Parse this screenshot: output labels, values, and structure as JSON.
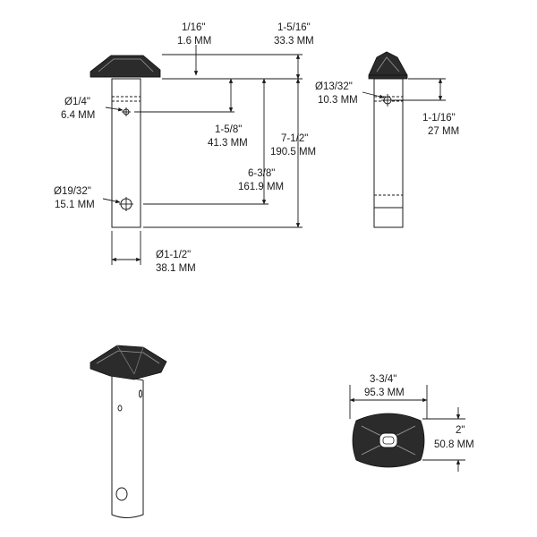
{
  "dimensions": {
    "head_height": {
      "imperial": "1/16\"",
      "metric": "1.6 MM"
    },
    "head_total": {
      "imperial": "1-5/16\"",
      "metric": "33.3 MM"
    },
    "small_hole_dia": {
      "imperial": "Ø1/4\"",
      "metric": "6.4 MM"
    },
    "small_hole_depth": {
      "imperial": "1-5/8\"",
      "metric": "41.3 MM"
    },
    "overall_length": {
      "imperial": "7-1/2\"",
      "metric": "190.5 MM"
    },
    "large_hole_depth": {
      "imperial": "6-3/8\"",
      "metric": "161.9 MM"
    },
    "large_hole_dia": {
      "imperial": "Ø19/32\"",
      "metric": "15.1 MM"
    },
    "shaft_dia": {
      "imperial": "Ø1-1/2\"",
      "metric": "38.1 MM"
    },
    "side_hole_dia": {
      "imperial": "Ø13/32\"",
      "metric": "10.3 MM"
    },
    "side_hole_depth": {
      "imperial": "1-1/16\"",
      "metric": "27 MM"
    },
    "head_width": {
      "imperial": "3-3/4\"",
      "metric": "95.3 MM"
    },
    "head_depth": {
      "imperial": "2\"",
      "metric": "50.8 MM"
    }
  }
}
